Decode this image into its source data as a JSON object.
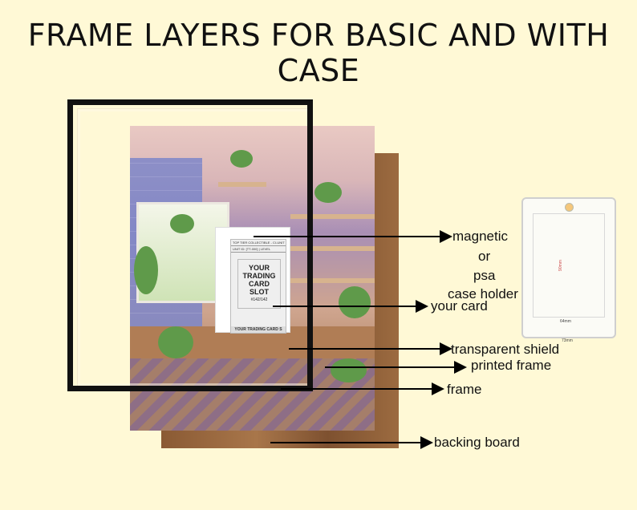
{
  "title": "FRAME LAYERS FOR BASIC AND WITH CASE",
  "labels": {
    "magnetic": "magnetic",
    "or": "or",
    "psa": "psa",
    "case_holder": "case holder",
    "your_card": "your card",
    "transparent_shield": "transparent shield",
    "printed_frame": "printed frame",
    "frame": "frame",
    "backing_board": "backing board"
  },
  "card": {
    "header": "TOP TIER COLLECTIBLE - CI-UNIT",
    "unit_line": "UNIT ID: [TT-000] | LEVEL",
    "slot_line1": "YOUR",
    "slot_line2": "TRADING",
    "slot_line3": "CARD SLOT",
    "number": "#142/142",
    "footer": "YOUR TRADING CARD S"
  },
  "case": {
    "height_dim": "90mm",
    "width_dim": "64mm",
    "outer_dim": "73mm"
  },
  "colors": {
    "background": "#fff9d6",
    "frame": "#111111",
    "backing": "#9c6b40"
  }
}
